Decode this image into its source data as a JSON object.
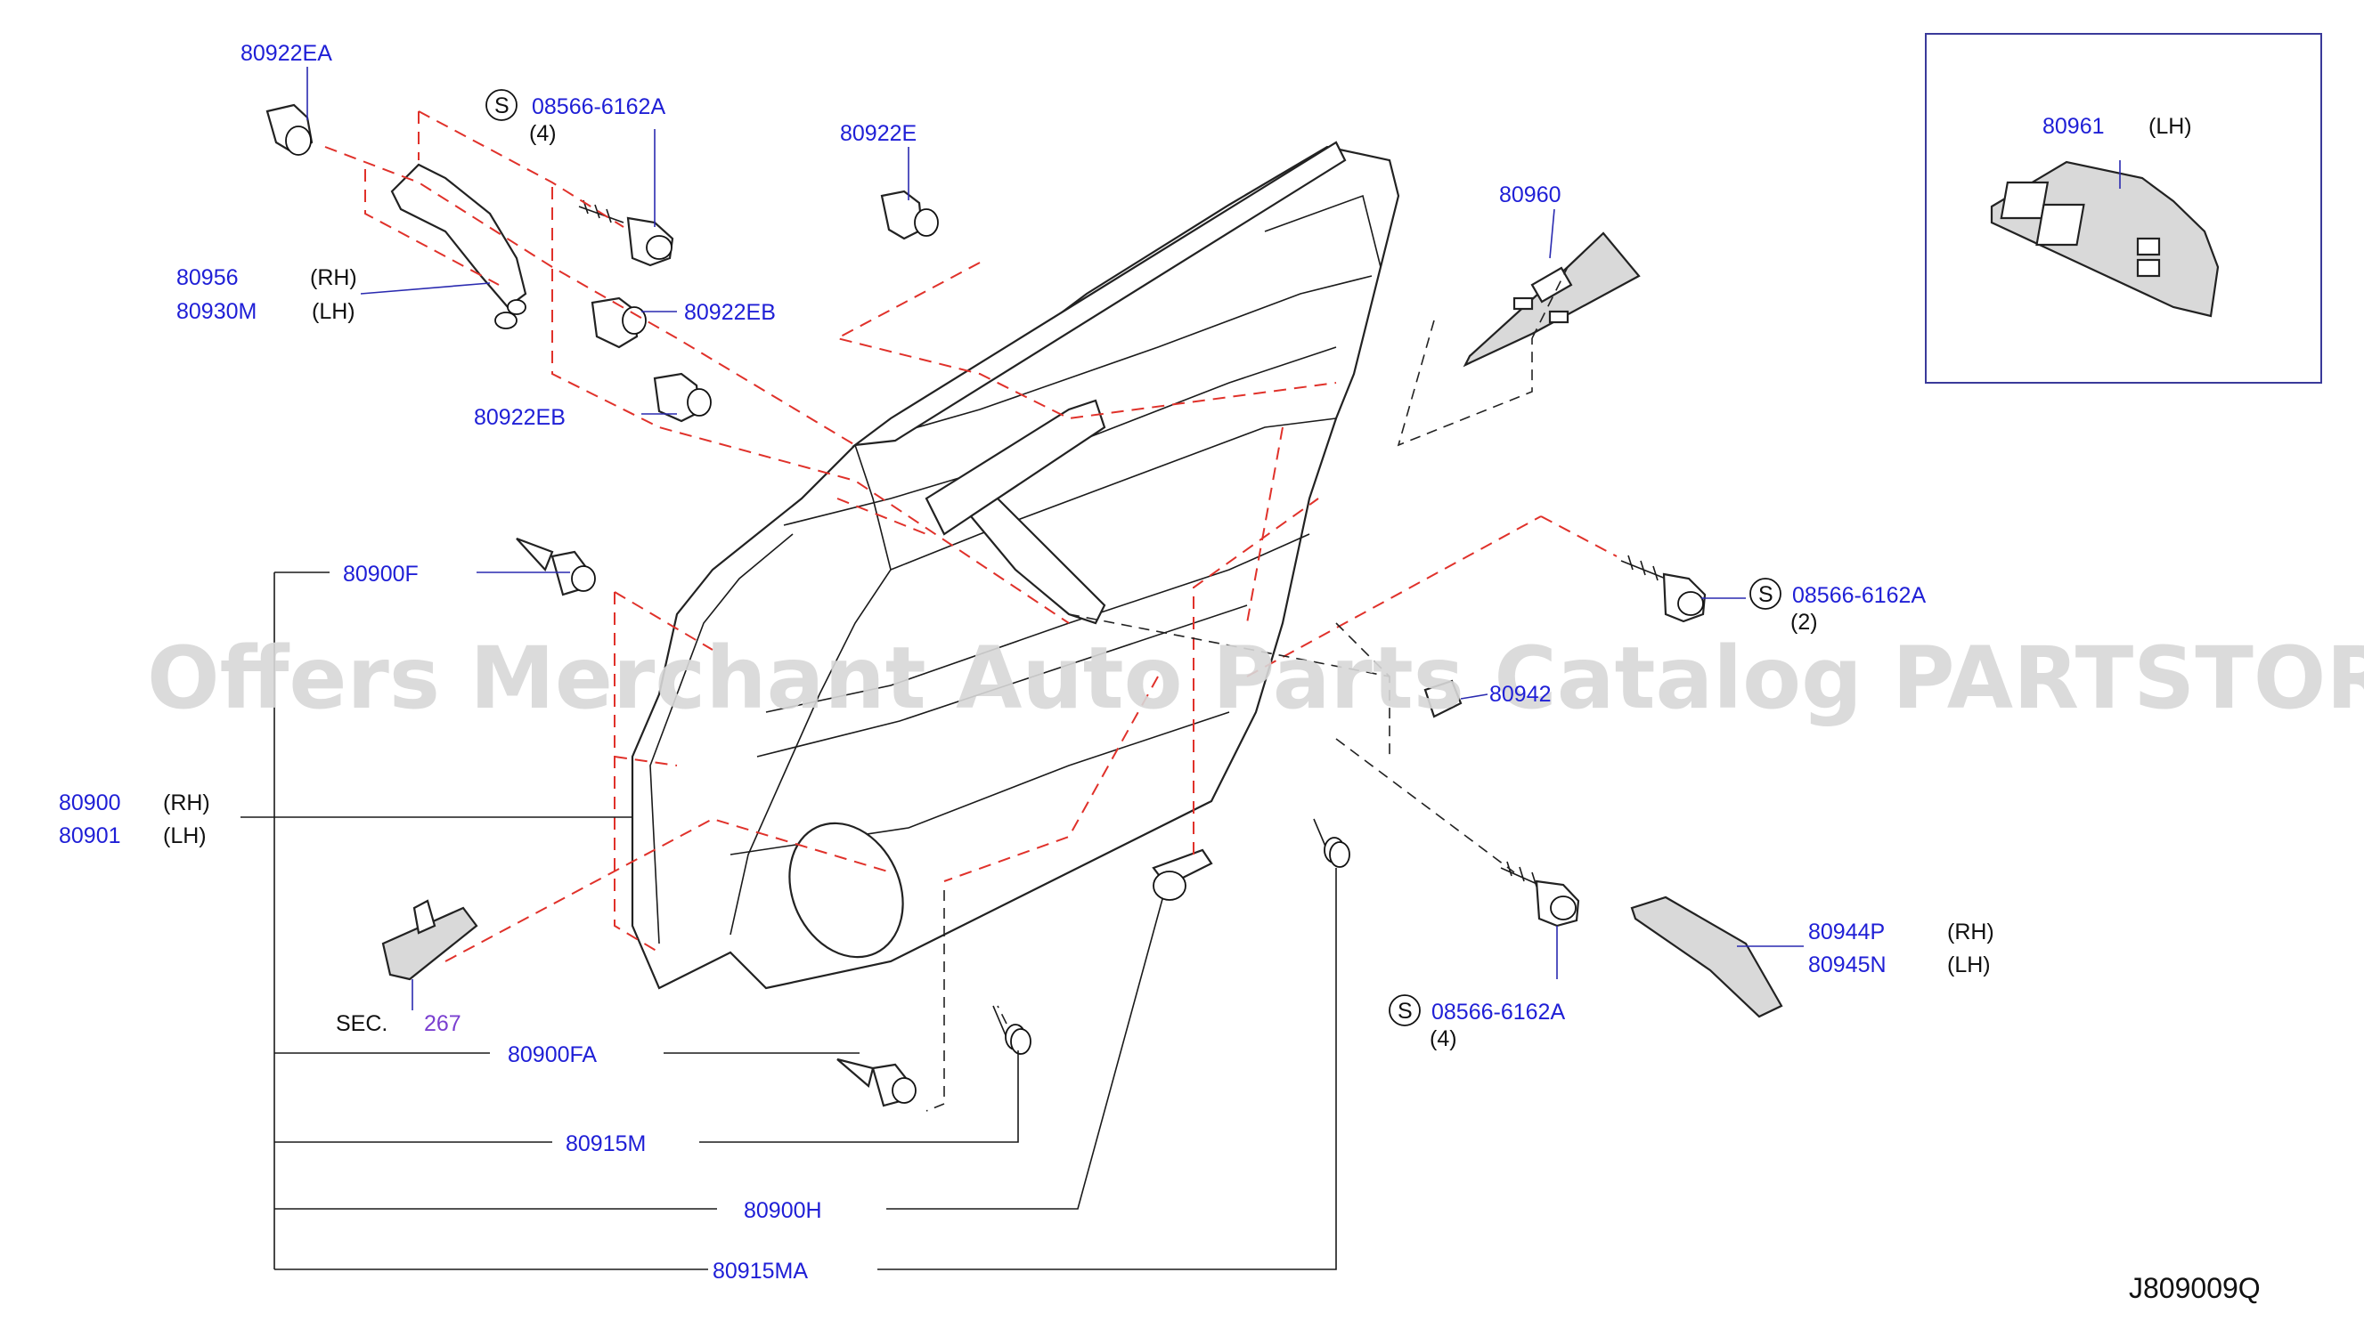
{
  "watermark": "Offers Merchant Auto Parts Catalog PARTSTORE.SA",
  "diagram_ref": "J809009Q",
  "labels": {
    "p80922EA": "80922EA",
    "s1_code": "08566-6162A",
    "s1_qty": "(4)",
    "p80922E": "80922E",
    "p80960": "80960",
    "p80961": "80961",
    "p80961_side": "(LH)",
    "p80956": "80956",
    "p80956_side": "(RH)",
    "p80930M": "80930M",
    "p80930M_side": "(LH)",
    "p80922EB_1": "80922EB",
    "p80922EB_2": "80922EB",
    "p80900F": "80900F",
    "s2_code": "08566-6162A",
    "s2_qty": "(2)",
    "p80942": "80942",
    "p80900": "80900",
    "p80900_side": "(RH)",
    "p80901": "80901",
    "p80901_side": "(LH)",
    "p80944P": "80944P",
    "p80944P_side": "(RH)",
    "p80945N": "80945N",
    "p80945N_side": "(LH)",
    "sec_prefix": "SEC.",
    "sec_num": "267",
    "s3_code": "08566-6162A",
    "s3_qty": "(4)",
    "p80900FA": "80900FA",
    "p80915M": "80915M",
    "p80900H": "80900H",
    "p80915MA": "80915MA",
    "s_symbol": "S"
  },
  "colors": {
    "label_blue": "#1f1fd6",
    "section_purple": "#7a3fd0",
    "dash_red": "#e0312a",
    "line_black": "#1a1a1a",
    "watermark_gray": "#d8d8d8"
  }
}
